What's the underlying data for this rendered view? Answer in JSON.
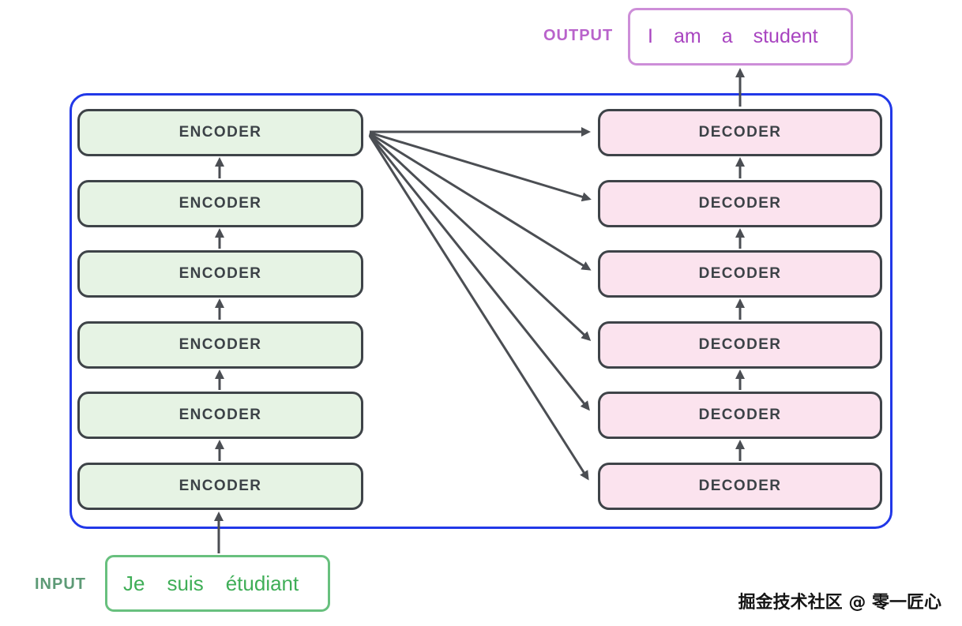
{
  "encoders": [
    "ENCODER",
    "ENCODER",
    "ENCODER",
    "ENCODER",
    "ENCODER",
    "ENCODER"
  ],
  "decoders": [
    "DECODER",
    "DECODER",
    "DECODER",
    "DECODER",
    "DECODER",
    "DECODER"
  ],
  "output": {
    "label": "OUTPUT",
    "words": [
      "I",
      "am",
      "a",
      "student"
    ]
  },
  "input": {
    "label": "INPUT",
    "words": [
      "Je",
      "suis",
      "étudiant"
    ]
  },
  "watermark": {
    "text": "掘金技术社区 @ 零一匠心"
  },
  "colors": {
    "container_border": "#2138e8",
    "encoder_fill": "#e6f3e4",
    "encoder_border": "#3e4348",
    "decoder_fill": "#fbe3ee",
    "decoder_border": "#3e4348",
    "block_text": "#3c4247",
    "arrow": "#4b4e53",
    "output_border": "#cd8ed8",
    "output_text": "#a844c0",
    "output_label": "#b963cb",
    "input_border": "#68c07e",
    "input_text": "#3fae57",
    "input_label": "#5d9a76",
    "watermark_text": "#151515"
  }
}
